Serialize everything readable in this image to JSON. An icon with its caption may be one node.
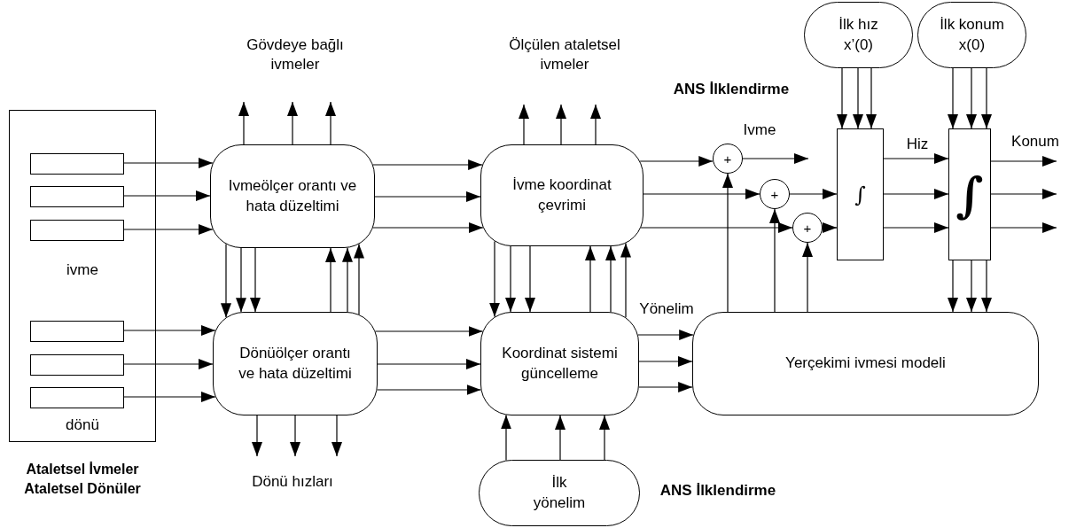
{
  "diagram": {
    "nodes": [
      {
        "text": [
          "ivme",
          "dönü"
        ],
        "beside": [
          "Ataletsel İvmeler Ataletsel Dönüler"
        ]
      },
      {
        "text": [],
        "shape": "box",
        "in": 0
      },
      {
        "text": [],
        "shape": "box",
        "in": 0
      },
      {
        "text": [],
        "shape": "box",
        "in": 0
      },
      {
        "text": [],
        "shape": "box",
        "in": 0
      },
      {
        "text": [],
        "shape": "box",
        "in": 0
      },
      {
        "text": [],
        "shape": "box",
        "in": 0
      },
      {
        "text": [
          "Ivmeölçer orantı ve hata düzeltimi"
        ]
      },
      {
        "text": [
          "Dönüölçer orantı ve hata düzeltimi"
        ]
      },
      {
        "text": [
          "İvme koordinat çevrimi"
        ]
      },
      {
        "text": [
          "Koordinat sistemi güncelleme"
        ]
      },
      {
        "text": [
          "İlk yönelim"
        ]
      },
      {
        "text": [
          "Yerçekimi ivmesi modeli"
        ]
      },
      {
        "text": [
          "İlk hız x’(0)"
        ]
      },
      {
        "text": [
          "İlk konum x(0)"
        ]
      },
      {
        "text": [
          "+"
        ]
      },
      {
        "text": [
          "+"
        ]
      },
      {
        "text": [
          "+"
        ]
      },
      {
        "text": [
          "∫"
        ]
      },
      {
        "text": [
          "∫"
        ]
      },
      {
        "text": [
          "Gövdeye bağlı ivmeler"
        ]
      },
      {
        "text": [
          "Ölçülen ataletsel ivmeler"
        ]
      },
      {
        "text": [
          "Dönü hızları"
        ]
      }
    ],
    "edges": [
      {
        "from": 1,
        "to": 7,
        "arrow": "to"
      },
      {
        "from": 2,
        "to": 7,
        "arrow": "to"
      },
      {
        "from": 3,
        "to": 7,
        "arrow": "to"
      },
      {
        "from": 4,
        "to": 8,
        "arrow": "to"
      },
      {
        "from": 5,
        "to": 8,
        "arrow": "to"
      },
      {
        "from": 6,
        "to": 8,
        "arrow": "to"
      },
      {
        "from": 7,
        "to": 20,
        "arrow": "to"
      },
      {
        "from": 7,
        "to": 20,
        "arrow": "to"
      },
      {
        "from": 7,
        "to": 20,
        "arrow": "to"
      },
      {
        "from": 7,
        "to": 9,
        "arrow": "to"
      },
      {
        "from": 7,
        "to": 9,
        "arrow": "to"
      },
      {
        "from": 7,
        "to": 9,
        "arrow": "to"
      },
      {
        "from": 7,
        "to": 8,
        "arrow": "to"
      },
      {
        "from": 7,
        "to": 8,
        "arrow": "to"
      },
      {
        "from": 7,
        "to": 8,
        "arrow": "to"
      },
      {
        "from": 8,
        "to": 7,
        "arrow": "to"
      },
      {
        "from": 8,
        "to": 7,
        "arrow": "to"
      },
      {
        "from": 8,
        "to": 7,
        "arrow": "to"
      },
      {
        "from": 8,
        "to": 22,
        "arrow": "to"
      },
      {
        "from": 8,
        "to": 22,
        "arrow": "to"
      },
      {
        "from": 8,
        "to": 22,
        "arrow": "to"
      },
      {
        "from": 8,
        "to": 10,
        "arrow": "to"
      },
      {
        "from": 8,
        "to": 10,
        "arrow": "to"
      },
      {
        "from": 8,
        "to": 10,
        "arrow": "to"
      },
      {
        "from": 9,
        "to": 21,
        "arrow": "to"
      },
      {
        "from": 9,
        "to": 21,
        "arrow": "to"
      },
      {
        "from": 9,
        "to": 21,
        "arrow": "to"
      },
      {
        "from": 9,
        "to": 10,
        "arrow": "to"
      },
      {
        "from": 9,
        "to": 10,
        "arrow": "to"
      },
      {
        "from": 9,
        "to": 10,
        "arrow": "to"
      },
      {
        "from": 10,
        "to": 9,
        "arrow": "to"
      },
      {
        "from": 10,
        "to": 9,
        "arrow": "to"
      },
      {
        "from": 10,
        "to": 9,
        "arrow": "to"
      },
      {
        "from": 10,
        "to": 12,
        "arrow": "to",
        "label": "Yönelim"
      },
      {
        "from": 10,
        "to": 12,
        "arrow": "to"
      },
      {
        "from": 10,
        "to": 12,
        "arrow": "to"
      },
      {
        "from": 11,
        "to": 10,
        "arrow": "to"
      },
      {
        "from": 11,
        "to": 10,
        "arrow": "to"
      },
      {
        "from": 11,
        "to": 10,
        "arrow": "to"
      },
      {
        "from": 9,
        "to": 15,
        "arrow": "to"
      },
      {
        "from": 9,
        "to": 16,
        "arrow": "to"
      },
      {
        "from": 9,
        "to": 17,
        "arrow": "to"
      },
      {
        "from": 15,
        "to": null,
        "arrow": "to",
        "label": "Ivme"
      },
      {
        "from": 16,
        "to": 18,
        "arrow": "to"
      },
      {
        "from": 17,
        "to": 18,
        "arrow": "to"
      },
      {
        "from": 12,
        "to": 15,
        "arrow": "to"
      },
      {
        "from": 12,
        "to": 16,
        "arrow": "to"
      },
      {
        "from": 12,
        "to": 17,
        "arrow": "to"
      },
      {
        "from": 13,
        "to": 18,
        "arrow": "to"
      },
      {
        "from": 13,
        "to": 18,
        "arrow": "to"
      },
      {
        "from": 13,
        "to": 18,
        "arrow": "to"
      },
      {
        "from": 14,
        "to": 19,
        "arrow": "to"
      },
      {
        "from": 14,
        "to": 19,
        "arrow": "to"
      },
      {
        "from": 14,
        "to": 19,
        "arrow": "to"
      },
      {
        "from": 18,
        "to": 19,
        "arrow": "to",
        "label": "Hiz"
      },
      {
        "from": 18,
        "to": 19,
        "arrow": "to"
      },
      {
        "from": 18,
        "to": 19,
        "arrow": "to"
      },
      {
        "from": 19,
        "to": null,
        "arrow": "to",
        "label": "Konum"
      },
      {
        "from": 19,
        "to": null,
        "arrow": "to"
      },
      {
        "from": 19,
        "to": null,
        "arrow": "to"
      },
      {
        "from": 19,
        "to": 12,
        "arrow": "to"
      },
      {
        "from": 19,
        "to": 12,
        "arrow": "to"
      },
      {
        "from": 19,
        "to": 12,
        "arrow": "to"
      }
    ],
    "labels": [
      "ANS İlklendirme",
      "ANS İlklendirme"
    ]
  }
}
